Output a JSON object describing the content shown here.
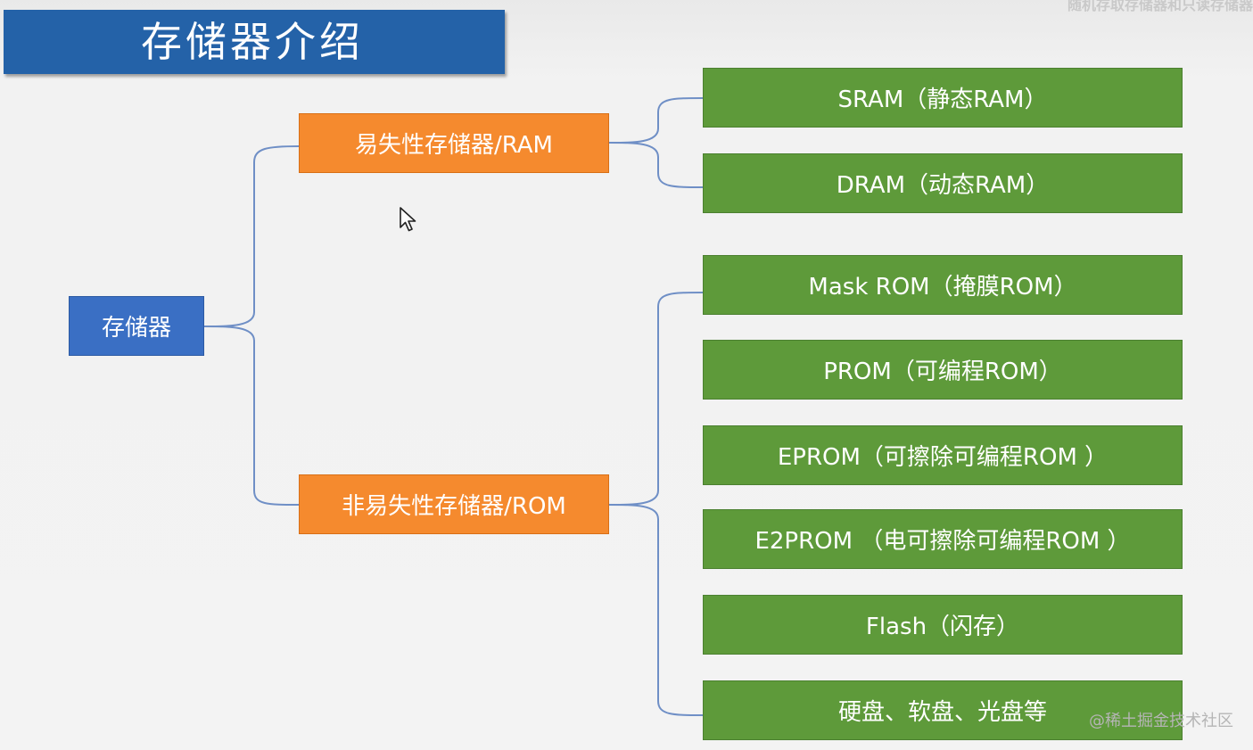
{
  "title": "存储器介绍",
  "corner_text": "随机存取存储器和只读存储器",
  "watermark": "@稀土掘金技术社区",
  "root": {
    "label": "存储器"
  },
  "branches": [
    {
      "label": "易失性存储器/RAM"
    },
    {
      "label": "非易失性存储器/ROM"
    }
  ],
  "leaves": [
    {
      "label": "SRAM（静态RAM）"
    },
    {
      "label": "DRAM（动态RAM）"
    },
    {
      "label": "Mask ROM（掩膜ROM）"
    },
    {
      "label": "PROM（可编程ROM）"
    },
    {
      "label": "EPROM（可擦除可编程ROM ）"
    },
    {
      "label": "E2PROM （电可擦除可编程ROM ）"
    },
    {
      "label": "Flash（闪存）"
    },
    {
      "label": "硬盘、软盘、光盘等"
    }
  ],
  "colors": {
    "title": "#2462a8",
    "root": "#3a6fc4",
    "branch": "#f58a2e",
    "leaf": "#5e9a3a",
    "connector": "#6f8fc6"
  },
  "icons": {
    "cursor": "mouse-pointer-icon"
  }
}
